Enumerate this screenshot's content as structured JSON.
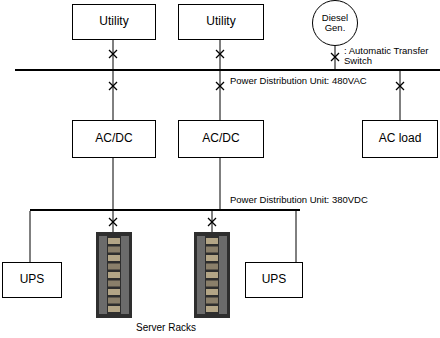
{
  "diagram": {
    "nodes": [
      {
        "text": [
          "Utility"
        ]
      },
      {
        "text": [
          "Utility"
        ]
      },
      {
        "text": [
          "Diesel Gen."
        ]
      },
      {
        "text": [
          "Power Distribution Unit: 480VAC"
        ]
      },
      {
        "text": [
          "AC/DC"
        ]
      },
      {
        "text": [
          "AC/DC"
        ]
      },
      {
        "text": [
          "AC load"
        ]
      },
      {
        "text": [
          "Power Distribution Unit: 380VDC"
        ]
      },
      {
        "text": [
          "UPS"
        ]
      },
      {
        "text": [
          "UPS"
        ]
      }
    ],
    "edges": [
      {
        "from": 0,
        "to": 3,
        "arrow": "none"
      },
      {
        "from": 1,
        "to": 3,
        "arrow": "none"
      },
      {
        "from": 2,
        "to": 3,
        "arrow": "none"
      },
      {
        "from": 3,
        "to": 4,
        "arrow": "none"
      },
      {
        "from": 3,
        "to": 5,
        "arrow": "none"
      },
      {
        "from": 3,
        "to": 6,
        "arrow": "none"
      },
      {
        "from": 4,
        "to": 7,
        "arrow": "none"
      },
      {
        "from": 5,
        "to": 7,
        "arrow": "none"
      },
      {
        "from": 7,
        "to": 8,
        "arrow": "none"
      },
      {
        "from": 7,
        "to": 9,
        "arrow": "none"
      }
    ],
    "labels": [
      "Server Racks"
    ],
    "legend": [
      {
        "text": ": Automatic Transfer Switch"
      }
    ]
  }
}
